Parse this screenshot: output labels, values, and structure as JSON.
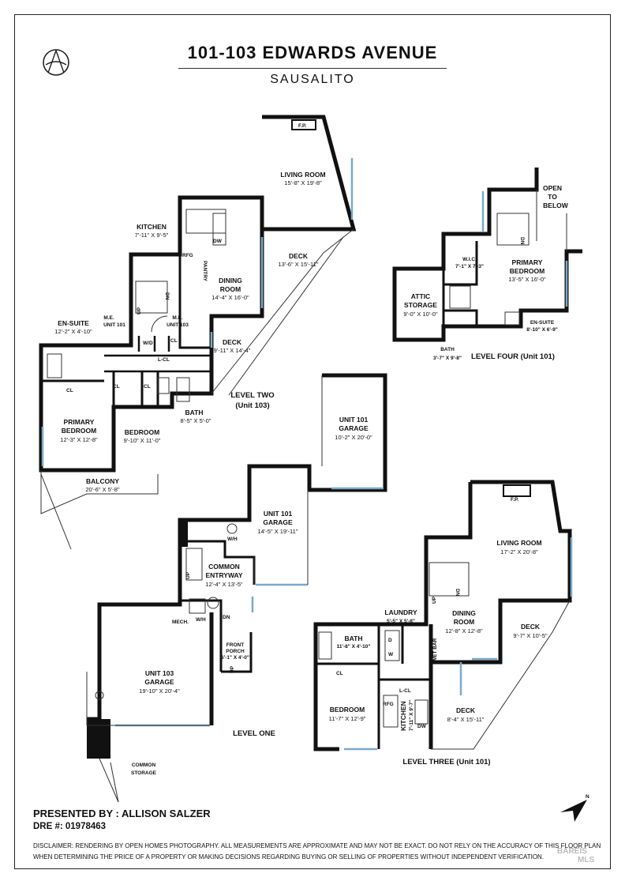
{
  "header": {
    "title": "101-103 EDWARDS AVENUE",
    "subtitle": "SAUSALITO"
  },
  "rooms": {
    "living2": {
      "name": "LIVING ROOM",
      "dim": "15'-8\" X 19'-8\""
    },
    "fp2": "F.P.",
    "kitchen2": {
      "name": "KITCHEN",
      "dim": "7'-11\" X 9'-5\""
    },
    "dw2": "DW",
    "rfg2": "RFG",
    "pantry2": "PANTRY",
    "deck2a": {
      "name": "DECK",
      "dim": "13'-6\" X 15'-11\""
    },
    "dining2": {
      "name": "DINING",
      "name2": "ROOM",
      "dim": "14'-4\" X 16'-0\""
    },
    "me101": {
      "name": "M.E.",
      "unit": "UNIT 101"
    },
    "me103": {
      "name": "M.E.",
      "unit": "UNIT 103"
    },
    "ensuite2": {
      "name": "EN-SUITE",
      "dim": "12'-2\" X 4'-10\""
    },
    "wd2": "W/D",
    "cl2a": "CL",
    "lcl2": "L-CL",
    "deck2b": {
      "name": "DECK",
      "dim": "9'-11\" X 14'-4\""
    },
    "cl2b": "CL",
    "cl2c": "CL",
    "cl2d": "CL",
    "bath2": {
      "name": "BATH",
      "dim": "8'-5\" X 5'-0\""
    },
    "primary2": {
      "name": "PRIMARY",
      "name2": "BEDROOM",
      "dim": "12'-3\" X 12'-8\""
    },
    "bedroom2": {
      "name": "BEDROOM",
      "dim": "9'-10\" X 11'-0\""
    },
    "balcony2": {
      "name": "BALCONY",
      "dim": "20'-6\" X 5'-8\""
    },
    "up2": "UP",
    "dn2": "DN",
    "open4": {
      "l1": "OPEN",
      "l2": "TO",
      "l3": "BELOW"
    },
    "wic4": {
      "name": "W.I.C.",
      "dim": "7'-1\" X 7'-3\""
    },
    "primary4": {
      "name": "PRIMARY",
      "name2": "BEDROOM",
      "dim": "13'-5\" X 16'-0\""
    },
    "attic4": {
      "name": "ATTIC",
      "name2": "STORAGE",
      "dim": "9'-0\" X 10'-0\""
    },
    "ensuite4": {
      "name": "EN-SUITE",
      "dim": "8'-10\" X 6'-9\""
    },
    "bath4": {
      "name": "BATH",
      "dim": "3'-7\" X 9'-8\""
    },
    "dn4": "DN",
    "garage101a": {
      "name": "UNIT 101",
      "name2": "GARAGE",
      "dim": "10'-2\" X 20'-0\""
    },
    "garage101b": {
      "name": "UNIT 101",
      "name2": "GARAGE",
      "dim": "14'-5\" X 19'-11\""
    },
    "wh1a": "W/H",
    "common1": {
      "name": "COMMON",
      "name2": "ENTRYWAY",
      "dim": "12'-4\" X 13'-5\""
    },
    "mech1": "MECH.",
    "wh1b": "W/H",
    "porch1": {
      "name": "FRONT",
      "name2": "PORCH",
      "dim": "6'-1\" X 4'-0\""
    },
    "garage103": {
      "name": "UNIT 103",
      "name2": "GARAGE",
      "dim": "19'-10\" X 20'-4\""
    },
    "storage1": {
      "name": "COMMON",
      "name2": "STORAGE"
    },
    "up1a": "UP",
    "dn1": "DN",
    "up1b": "UP",
    "fp3": "F.P.",
    "living3": {
      "name": "LIVING ROOM",
      "dim": "17'-2\" X 20'-8\""
    },
    "laundry3": {
      "name": "LAUNDRY",
      "dim": "5'-5\" X 5'-8\""
    },
    "d3": "D",
    "w3": "W",
    "wetbar3": "WET BAR",
    "dining3": {
      "name": "DINING",
      "name2": "ROOM",
      "dim": "12'-8\" X 12'-8\""
    },
    "deck3a": {
      "name": "DECK",
      "dim": "9'-7\" X 10'-5\""
    },
    "bath3": {
      "name": "BATH",
      "dim": "11'-8\" X 4'-10\""
    },
    "cl3": "CL",
    "lcl3": "L-CL",
    "rfg3": "RFG",
    "kitchen3": {
      "name": "KITCHEN",
      "dim": "7'-11\" X 9'-7\""
    },
    "dw3": "DW",
    "deck3b": {
      "name": "DECK",
      "dim": "8'-4\" X 15'-11\""
    },
    "bedroom3": {
      "name": "BEDROOM",
      "dim": "11'-7\" X 12'-9\""
    },
    "up3": "UP",
    "dn3": "DN"
  },
  "levels": {
    "two": {
      "l1": "LEVEL TWO",
      "l2": "(Unit 103)"
    },
    "four": "LEVEL FOUR (Unit 101)",
    "one": "LEVEL ONE",
    "three": "LEVEL THREE (Unit 101)"
  },
  "footer": {
    "presented": "PRESENTED BY : ALLISON SALZER",
    "dre": "DRE #: 01978463",
    "disclaimer": "DISCLAIMER: RENDERING BY OPEN HOMES PHOTOGRAPHY. ALL MEASUREMENTS ARE APPROXIMATE AND MAY NOT BE EXACT. DO NOT RELY ON THE ACCURACY OF THIS FLOOR PLAN WHEN DETERMINING THE PRICE OF A PROPERTY OR MAKING DECISIONS REGARDING BUYING OR SELLING OF PROPERTIES WITHOUT INDEPENDENT VERIFICATION.",
    "compass": "N",
    "watermark_l1": "BAREIS",
    "watermark_l2": "MLS"
  },
  "colors": {
    "wall": "#111111",
    "window": "#7aa9c9"
  }
}
